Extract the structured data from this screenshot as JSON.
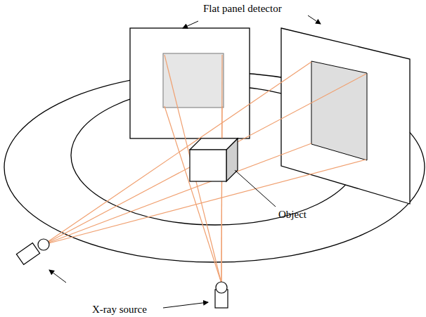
{
  "diagram": {
    "labels": [
      "Flat panel detector",
      "Object",
      "X-ray source"
    ]
  }
}
